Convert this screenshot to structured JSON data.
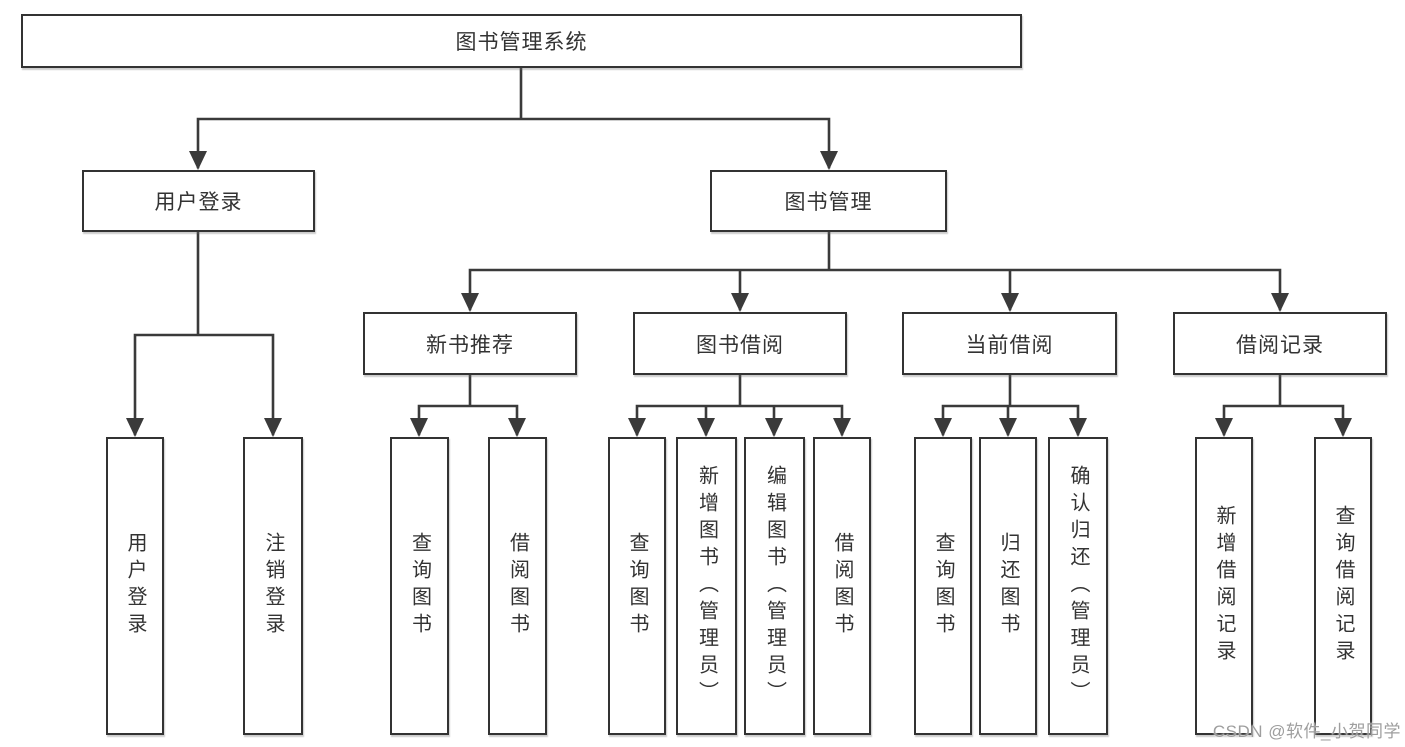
{
  "colors": {
    "background": "#ffffff",
    "border": "#333333",
    "line": "#3a3a3a",
    "text": "#333333",
    "watermark": "#9e9e9e"
  },
  "watermark": {
    "text": "CSDN @软件_小贺同学"
  },
  "diagram": {
    "root": {
      "label": "图书管理系统"
    },
    "branches": [
      {
        "label": "用户登录",
        "children": [
          {
            "label": "用户登录"
          },
          {
            "label": "注销登录"
          }
        ]
      },
      {
        "label": "图书管理",
        "children": [
          {
            "label": "新书推荐",
            "children": [
              {
                "label": "查询图书"
              },
              {
                "label": "借阅图书"
              }
            ]
          },
          {
            "label": "图书借阅",
            "children": [
              {
                "label": "查询图书"
              },
              {
                "label": "新增图书（管理员）"
              },
              {
                "label": "编辑图书（管理员）"
              },
              {
                "label": "借阅图书"
              }
            ]
          },
          {
            "label": "当前借阅",
            "children": [
              {
                "label": "查询图书"
              },
              {
                "label": "归还图书"
              },
              {
                "label": "确认归还（管理员）"
              }
            ]
          },
          {
            "label": "借阅记录",
            "children": [
              {
                "label": "新增借阅记录"
              },
              {
                "label": "查询借阅记录"
              }
            ]
          }
        ]
      }
    ]
  }
}
